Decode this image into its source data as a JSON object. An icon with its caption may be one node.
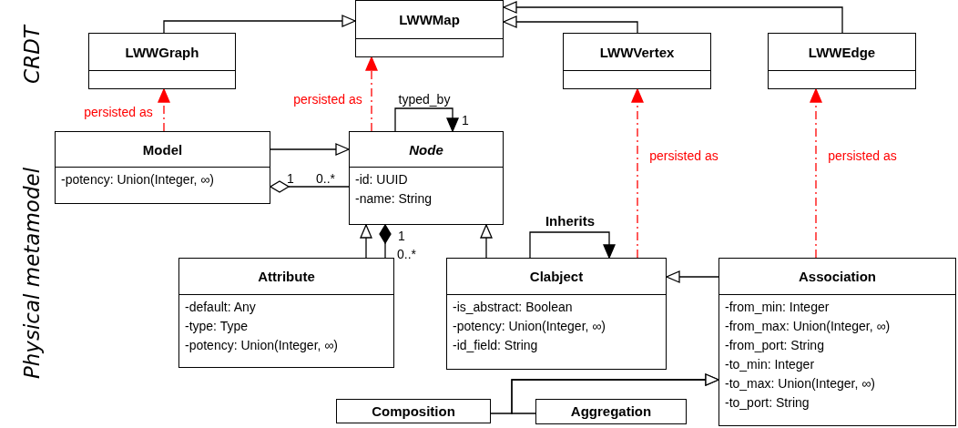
{
  "diagram": {
    "nodes": [
      {
        "text": [
          "LWWMap"
        ]
      },
      {
        "text": [
          "LWWGraph"
        ]
      },
      {
        "text": [
          "LWWVertex"
        ]
      },
      {
        "text": [
          "LWWEdge"
        ]
      },
      {
        "text": [
          "Model",
          "-potency: Union(Integer, ∞)"
        ]
      },
      {
        "text": [
          "Node",
          "-id: UUID",
          "-name: String"
        ]
      },
      {
        "text": [
          "Attribute",
          "-default: Any",
          "-type: Type",
          "-potency: Union(Integer, ∞)"
        ]
      },
      {
        "text": [
          "Clabject",
          "-is_abstract: Boolean",
          "-potency: Union(Integer, ∞)",
          "-id_field: String"
        ]
      },
      {
        "text": [
          "Association",
          "-from_min: Integer",
          "-from_max: Union(Integer, ∞)",
          "-from_port: String",
          "-to_min: Integer",
          "-to_max: Union(Integer, ∞)",
          "-to_port: String"
        ]
      },
      {
        "text": [
          "Composition"
        ]
      },
      {
        "text": [
          "Aggregation"
        ]
      }
    ],
    "edges": [
      {
        "from": 1,
        "to": 0,
        "arrow": "to"
      },
      {
        "from": 2,
        "to": 0,
        "arrow": "to"
      },
      {
        "from": 3,
        "to": 0,
        "arrow": "to"
      },
      {
        "from": 4,
        "to": 1,
        "arrow": "to",
        "label": "persisted as",
        "style": "dashed",
        "color": "#ff0000"
      },
      {
        "from": 5,
        "to": 0,
        "arrow": "to",
        "label": "persisted as",
        "style": "dashed",
        "color": "#ff0000"
      },
      {
        "from": 7,
        "to": 2,
        "arrow": "to",
        "label": "persisted as",
        "style": "dashed",
        "color": "#ff0000"
      },
      {
        "from": 8,
        "to": 3,
        "arrow": "to",
        "label": "persisted as",
        "style": "dashed",
        "color": "#ff0000"
      },
      {
        "from": 5,
        "to": 5,
        "arrow": "to",
        "label": "typed_by"
      },
      {
        "from": 4,
        "to": 5,
        "arrow": "to"
      },
      {
        "from": 5,
        "to": 4,
        "arrow": "other"
      },
      {
        "from": 6,
        "to": 5,
        "arrow": "to"
      },
      {
        "from": 6,
        "to": 5,
        "arrow": "other"
      },
      {
        "from": 7,
        "to": 5,
        "arrow": "to"
      },
      {
        "from": 7,
        "to": 7,
        "arrow": "to",
        "label": "Inherits"
      },
      {
        "from": 8,
        "to": 7,
        "arrow": "to"
      },
      {
        "from": 9,
        "to": 8,
        "arrow": "to"
      },
      {
        "from": 10,
        "to": 8,
        "arrow": "to"
      }
    ],
    "labels": [
      "CRDT",
      "Physical metamodel",
      "1",
      "1",
      "0..*",
      "1",
      "0..*"
    ]
  }
}
